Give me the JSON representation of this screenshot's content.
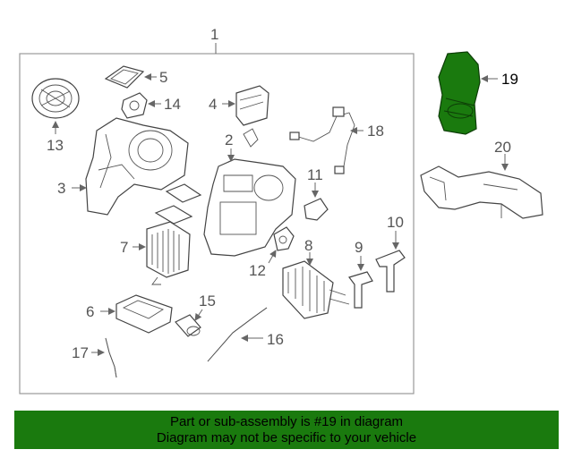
{
  "diagram": {
    "assembly_callout": "1",
    "callouts": {
      "c2": "2",
      "c3": "3",
      "c4": "4",
      "c5": "5",
      "c6": "6",
      "c7": "7",
      "c8": "8",
      "c9": "9",
      "c10": "10",
      "c11": "11",
      "c12": "12",
      "c13": "13",
      "c14": "14",
      "c15": "15",
      "c16": "16",
      "c17": "17",
      "c18": "18",
      "c20": "20"
    },
    "highlighted_callout": "19",
    "highlight_color": "#1a7a0e"
  },
  "banner": {
    "line1": "Part or sub-assembly is #19 in diagram",
    "line2": "Diagram may not be specific to your vehicle",
    "background": "#1a7a0e"
  }
}
